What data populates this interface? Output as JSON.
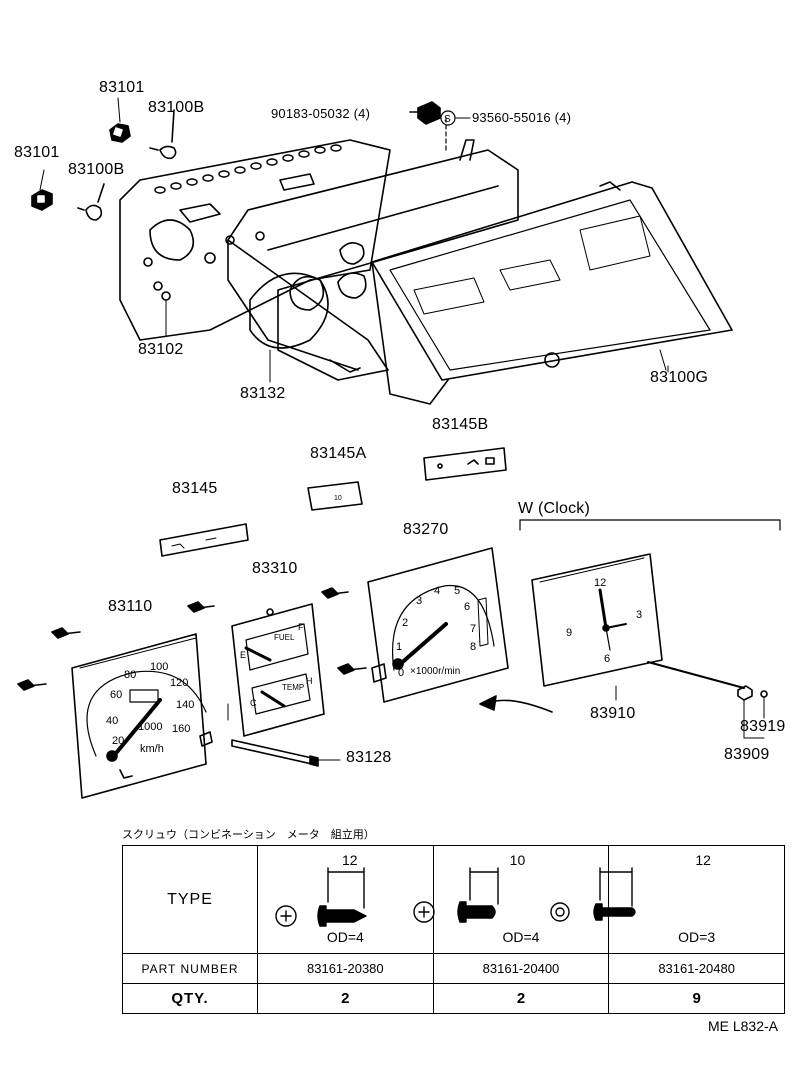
{
  "labels": {
    "p83101a": "83101",
    "p83100b_a": "83100B",
    "p83101b": "83101",
    "p83100b_b": "83100B",
    "p90183": "90183-05032 (4)",
    "p93560": "93560-55016 (4)",
    "s_mark": "S",
    "p83102": "83102",
    "p83132": "83132",
    "p83100g": "83100G",
    "p83145b": "83145B",
    "p83145a": "83145A",
    "p83145": "83145",
    "w_clock": "W (Clock)",
    "p83270": "83270",
    "p83310": "83310",
    "p83110": "83110",
    "p83910": "83910",
    "p83919": "83919",
    "p83909": "83909",
    "p83128": "83128"
  },
  "gauges": {
    "speedo": [
      "20",
      "40",
      "60",
      "80",
      "100",
      "120",
      "140",
      "160"
    ],
    "speedo_unit": "km/h",
    "speedo_x": "1000",
    "fuel": "FUEL",
    "temp": "TEMP",
    "fuel_f": "F",
    "fuel_e": "E",
    "temp_h": "H",
    "temp_c": "C",
    "tach": [
      "0",
      "1",
      "2",
      "3",
      "4",
      "5",
      "6",
      "7",
      "8"
    ],
    "tach_unit": "×1000r/min",
    "clock": [
      "12",
      "3",
      "6",
      "9"
    ]
  },
  "table": {
    "title": "スクリュウ（コンビネーション　メータ　組立用）",
    "type_header": "TYPE",
    "pn_header": "PART NUMBER",
    "qty_header": "QTY.",
    "columns": [
      {
        "dim": "12",
        "od": "OD=4",
        "part_number": "83161-20380",
        "qty": "2"
      },
      {
        "dim": "10",
        "od": "OD=4",
        "part_number": "83161-20400",
        "qty": "2"
      },
      {
        "dim": "12",
        "od": "OD=3",
        "part_number": "83161-20480",
        "qty": "9"
      }
    ]
  },
  "footer": "ME  L832-A"
}
